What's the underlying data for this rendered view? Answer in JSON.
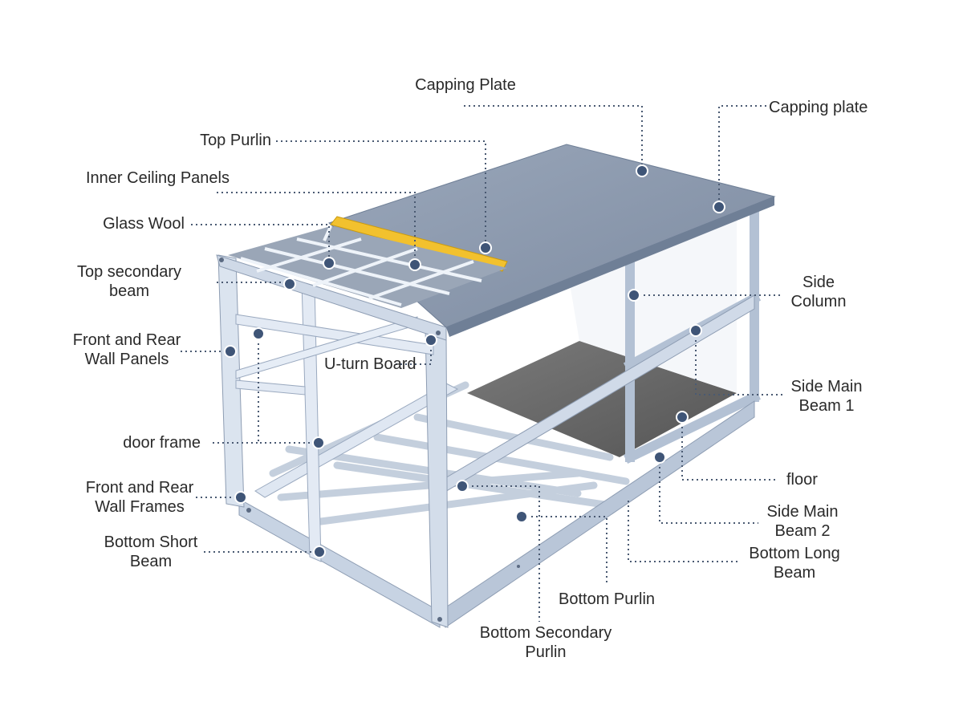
{
  "colors": {
    "frame_light": "#dde6f2",
    "frame_mid": "#b9c6d8",
    "frame_dark": "#8e9db3",
    "roof_top": "#8d9bb0",
    "roof_edge": "#6f7f96",
    "glass_wool": "#f2c12e",
    "floor": "#6b6b6b",
    "leader": "#4a5a72",
    "marker": "#3f5577"
  },
  "labels": {
    "capping_plate_top": "Capping Plate",
    "capping_plate_right": "Capping plate",
    "top_purlin": "Top Purlin",
    "inner_ceiling_panels": "Inner Ceiling Panels",
    "glass_wool": "Glass Wool",
    "top_secondary_beam_1": "Top secondary",
    "top_secondary_beam_2": "beam",
    "front_rear_wall_panels_1": "Front and Rear",
    "front_rear_wall_panels_2": "Wall Panels",
    "u_turn_board": "U-turn Board",
    "door_frame": "door frame",
    "front_rear_wall_frames_1": "Front and Rear",
    "front_rear_wall_frames_2": "Wall Frames",
    "bottom_short_beam_1": "Bottom Short",
    "bottom_short_beam_2": "Beam",
    "side_column_1": "Side",
    "side_column_2": "Column",
    "side_main_beam_1_a": "Side Main",
    "side_main_beam_1_b": "Beam 1",
    "floor": "floor",
    "side_main_beam_2_a": "Side Main",
    "side_main_beam_2_b": "Beam 2",
    "bottom_long_beam_1": "Bottom Long",
    "bottom_long_beam_2": "Beam",
    "bottom_purlin": "Bottom Purlin",
    "bottom_secondary_purlin_1": "Bottom Secondary",
    "bottom_secondary_purlin_2": "Purlin"
  }
}
